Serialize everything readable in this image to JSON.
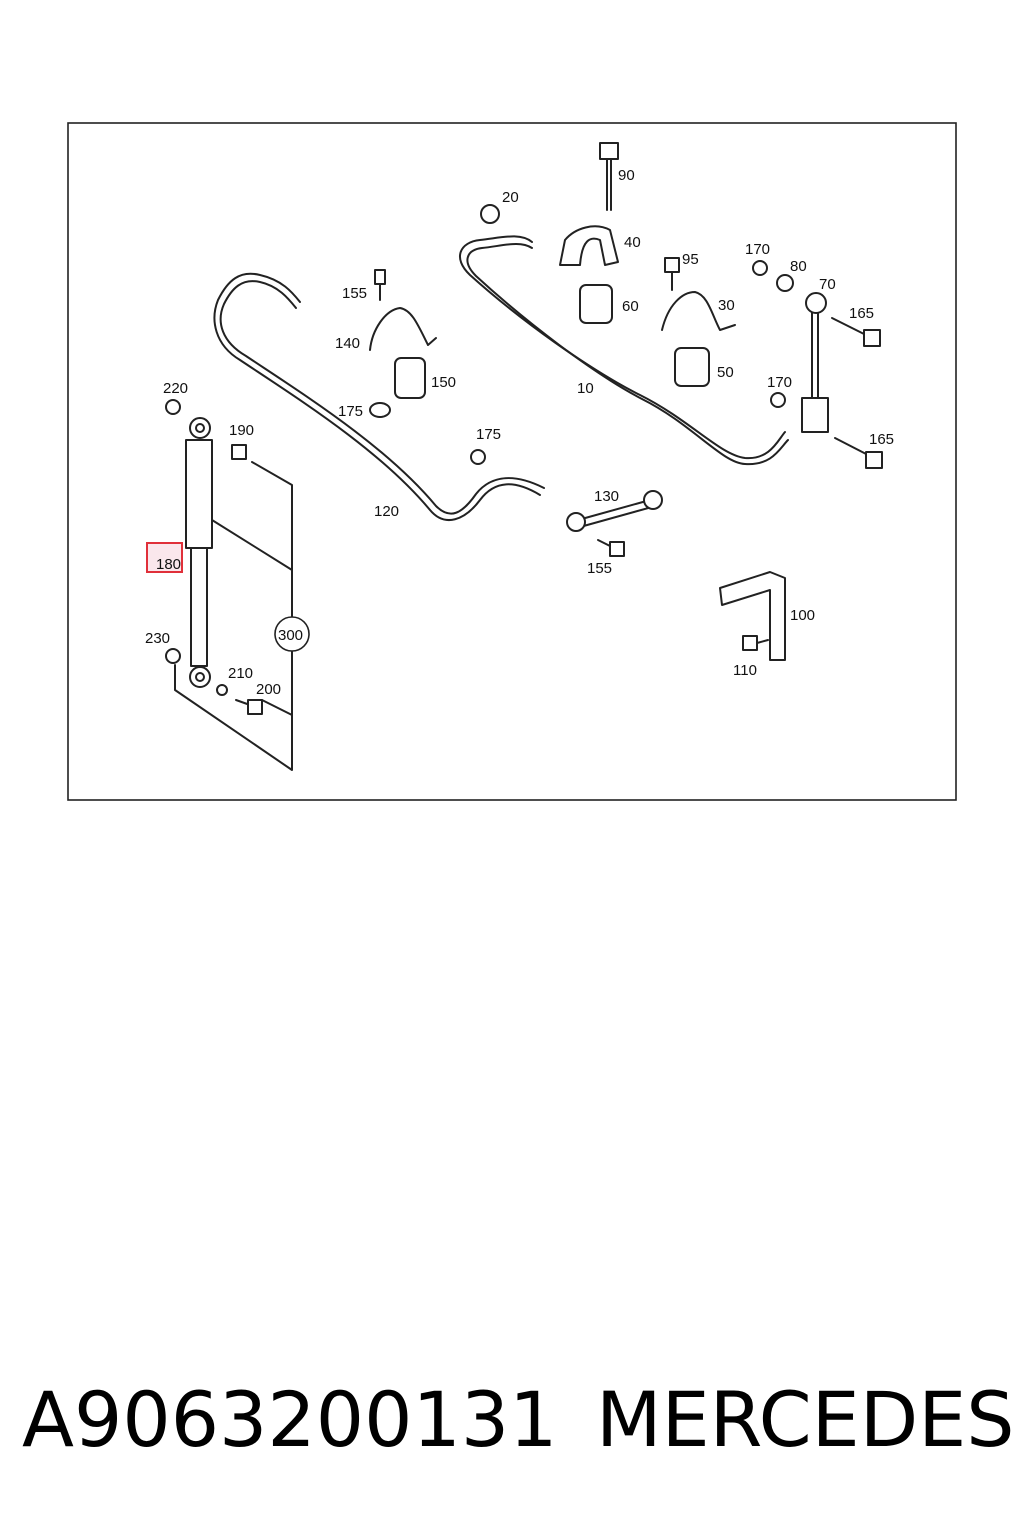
{
  "diagram": {
    "highlight": {
      "label": "180",
      "color": "#e0303a"
    },
    "callouts": [
      "10",
      "20",
      "30",
      "40",
      "50",
      "60",
      "70",
      "80",
      "90",
      "95",
      "100",
      "110",
      "120",
      "130",
      "140",
      "150",
      "155",
      "155",
      "165",
      "165",
      "170",
      "170",
      "175",
      "175",
      "180",
      "190",
      "200",
      "210",
      "220",
      "230",
      "300"
    ]
  },
  "caption": {
    "part_number": "A9063200131",
    "brand": "MERCEDES"
  }
}
